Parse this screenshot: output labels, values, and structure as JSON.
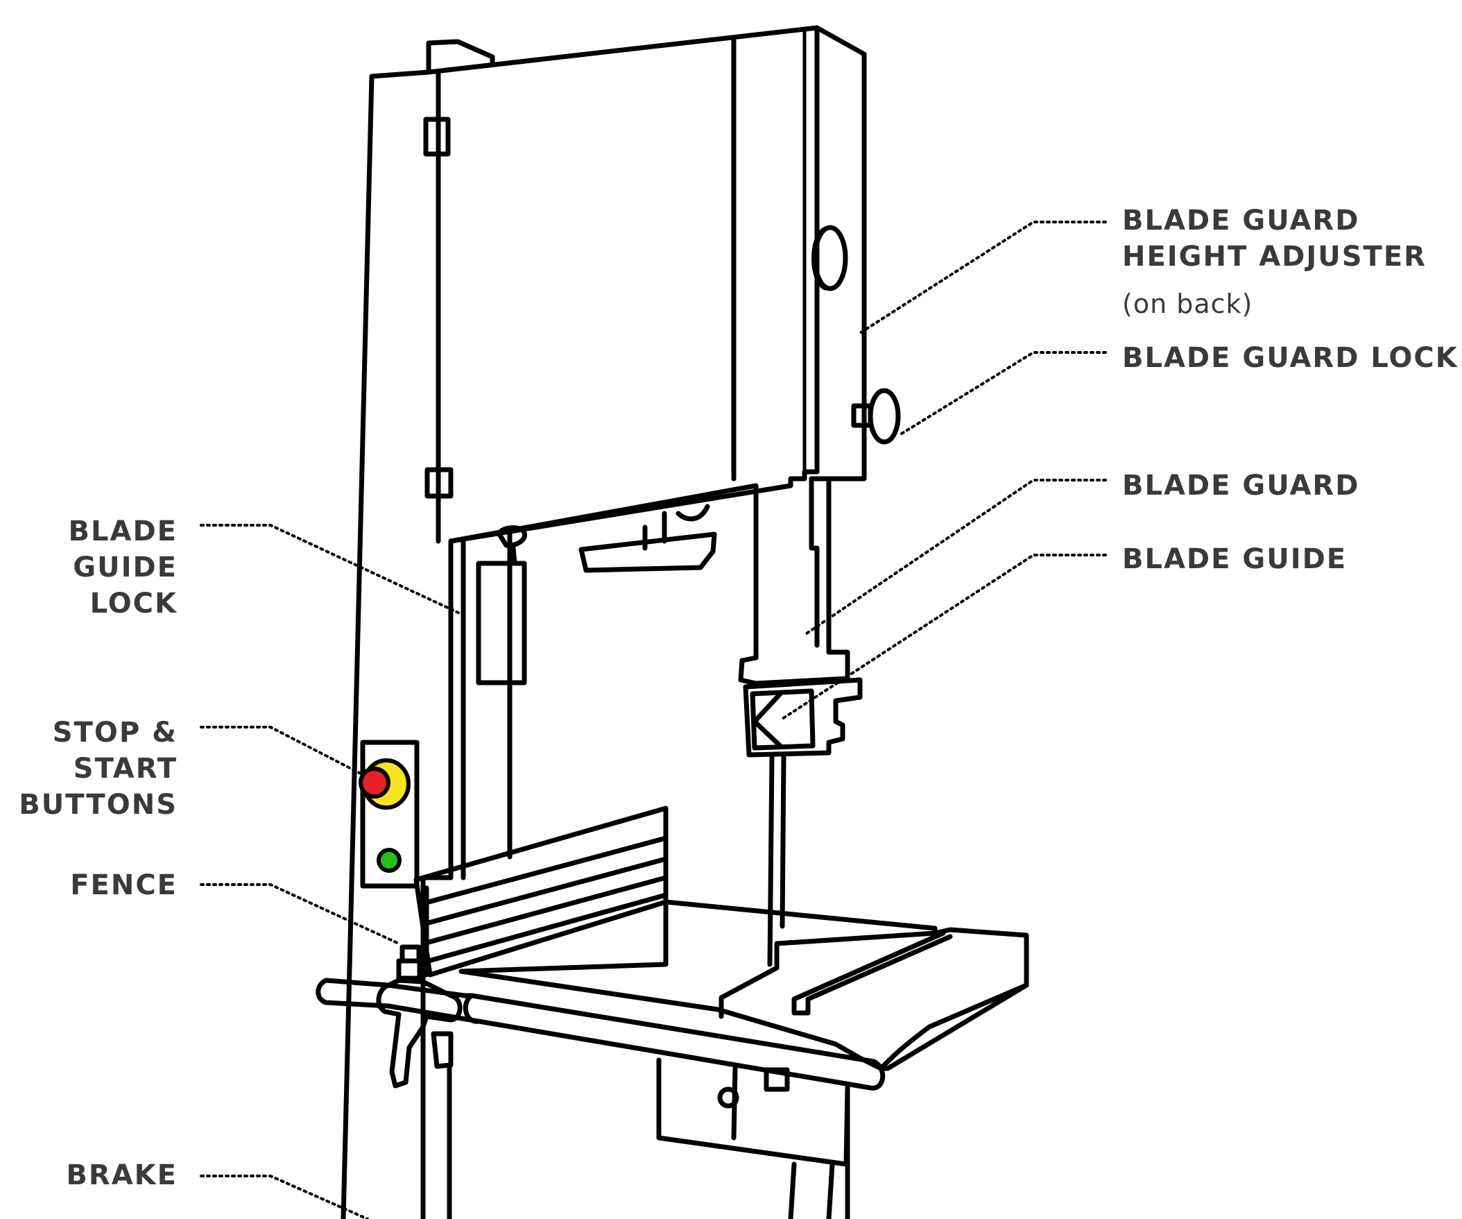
{
  "labels": {
    "blade_guard_height_adjuster": {
      "line1": "BLADE GUARD",
      "line2": "HEIGHT ADJUSTER",
      "note": "(on back)"
    },
    "blade_guard_lock": "BLADE GUARD LOCK",
    "blade_guard": "BLADE GUARD",
    "blade_guide": "BLADE GUIDE",
    "blade_guide_lock": {
      "line1": "BLADE",
      "line2": "GUIDE",
      "line3": "LOCK"
    },
    "stop_start_buttons": {
      "line1": "STOP &",
      "line2": "START",
      "line3": "BUTTONS"
    },
    "fence": "FENCE",
    "brake": "BRAKE"
  },
  "colors": {
    "outline": "#000000",
    "label_text": "#3a3a3c",
    "stop_button_red": "#e8202a",
    "stop_button_ring": "#f4e421",
    "start_button_green": "#22c21a"
  }
}
